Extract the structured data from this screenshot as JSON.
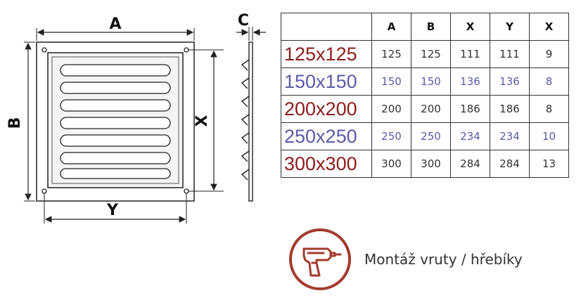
{
  "dimension_labels": {
    "a": "A",
    "b": "B",
    "c": "C",
    "x": "X",
    "y": "Y"
  },
  "table": {
    "headers": [
      "A",
      "B",
      "X",
      "Y",
      "X"
    ],
    "rows": [
      {
        "size": "125x125",
        "values": [
          "125",
          "125",
          "111",
          "111",
          "9"
        ],
        "color": "red"
      },
      {
        "size": "150x150",
        "values": [
          "150",
          "150",
          "136",
          "136",
          "8"
        ],
        "color": "blue"
      },
      {
        "size": "200x200",
        "values": [
          "200",
          "200",
          "186",
          "186",
          "8"
        ],
        "color": "red"
      },
      {
        "size": "250x250",
        "values": [
          "250",
          "250",
          "234",
          "234",
          "10"
        ],
        "color": "blue"
      },
      {
        "size": "300x300",
        "values": [
          "300",
          "300",
          "284",
          "284",
          "13"
        ],
        "color": "red"
      }
    ]
  },
  "installation": {
    "label": "Montáž vruty / hřebíky",
    "icon": "drill-icon"
  },
  "colors": {
    "red": "#8b1c1c",
    "blue": "#5a5aa8",
    "icon": "#a33a2e"
  }
}
